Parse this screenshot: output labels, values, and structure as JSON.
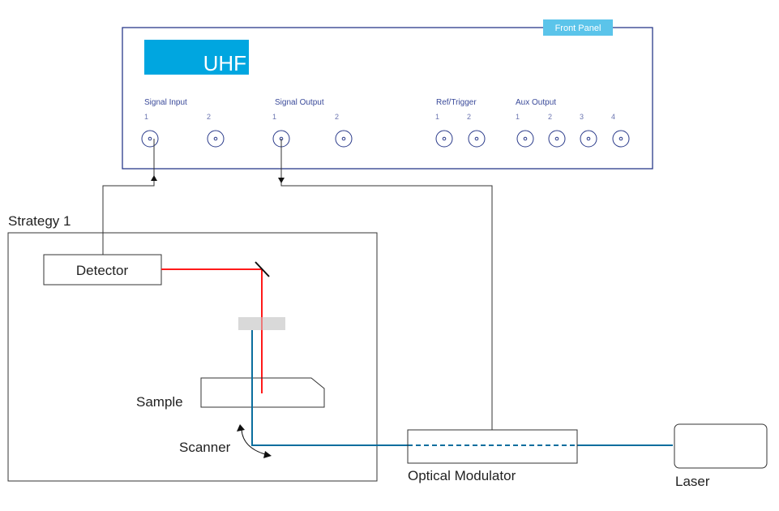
{
  "colors": {
    "panel_border": "#2a3a8a",
    "brand_blue": "#00a6e0",
    "badge_blue": "#5bc4ea",
    "red_beam": "#ff1a1a",
    "blue_beam": "#0a6e9e",
    "wire": "#333333",
    "filter_gray": "#d9d9d9"
  },
  "front_panel": {
    "badge": "Front Panel",
    "logo": "UHF",
    "groups": [
      {
        "label": "Signal Input",
        "ports": [
          "1",
          "2"
        ]
      },
      {
        "label": "Signal Output",
        "ports": [
          "1",
          "2"
        ]
      },
      {
        "label": "Ref/Trigger",
        "ports": [
          "1",
          "2"
        ]
      },
      {
        "label": "Aux Output",
        "ports": [
          "1",
          "2",
          "3",
          "4"
        ]
      }
    ]
  },
  "strategy": {
    "title": "Strategy 1",
    "detector": "Detector",
    "sample": "Sample",
    "scanner": "Scanner"
  },
  "optical_modulator": "Optical Modulator",
  "laser": "Laser"
}
